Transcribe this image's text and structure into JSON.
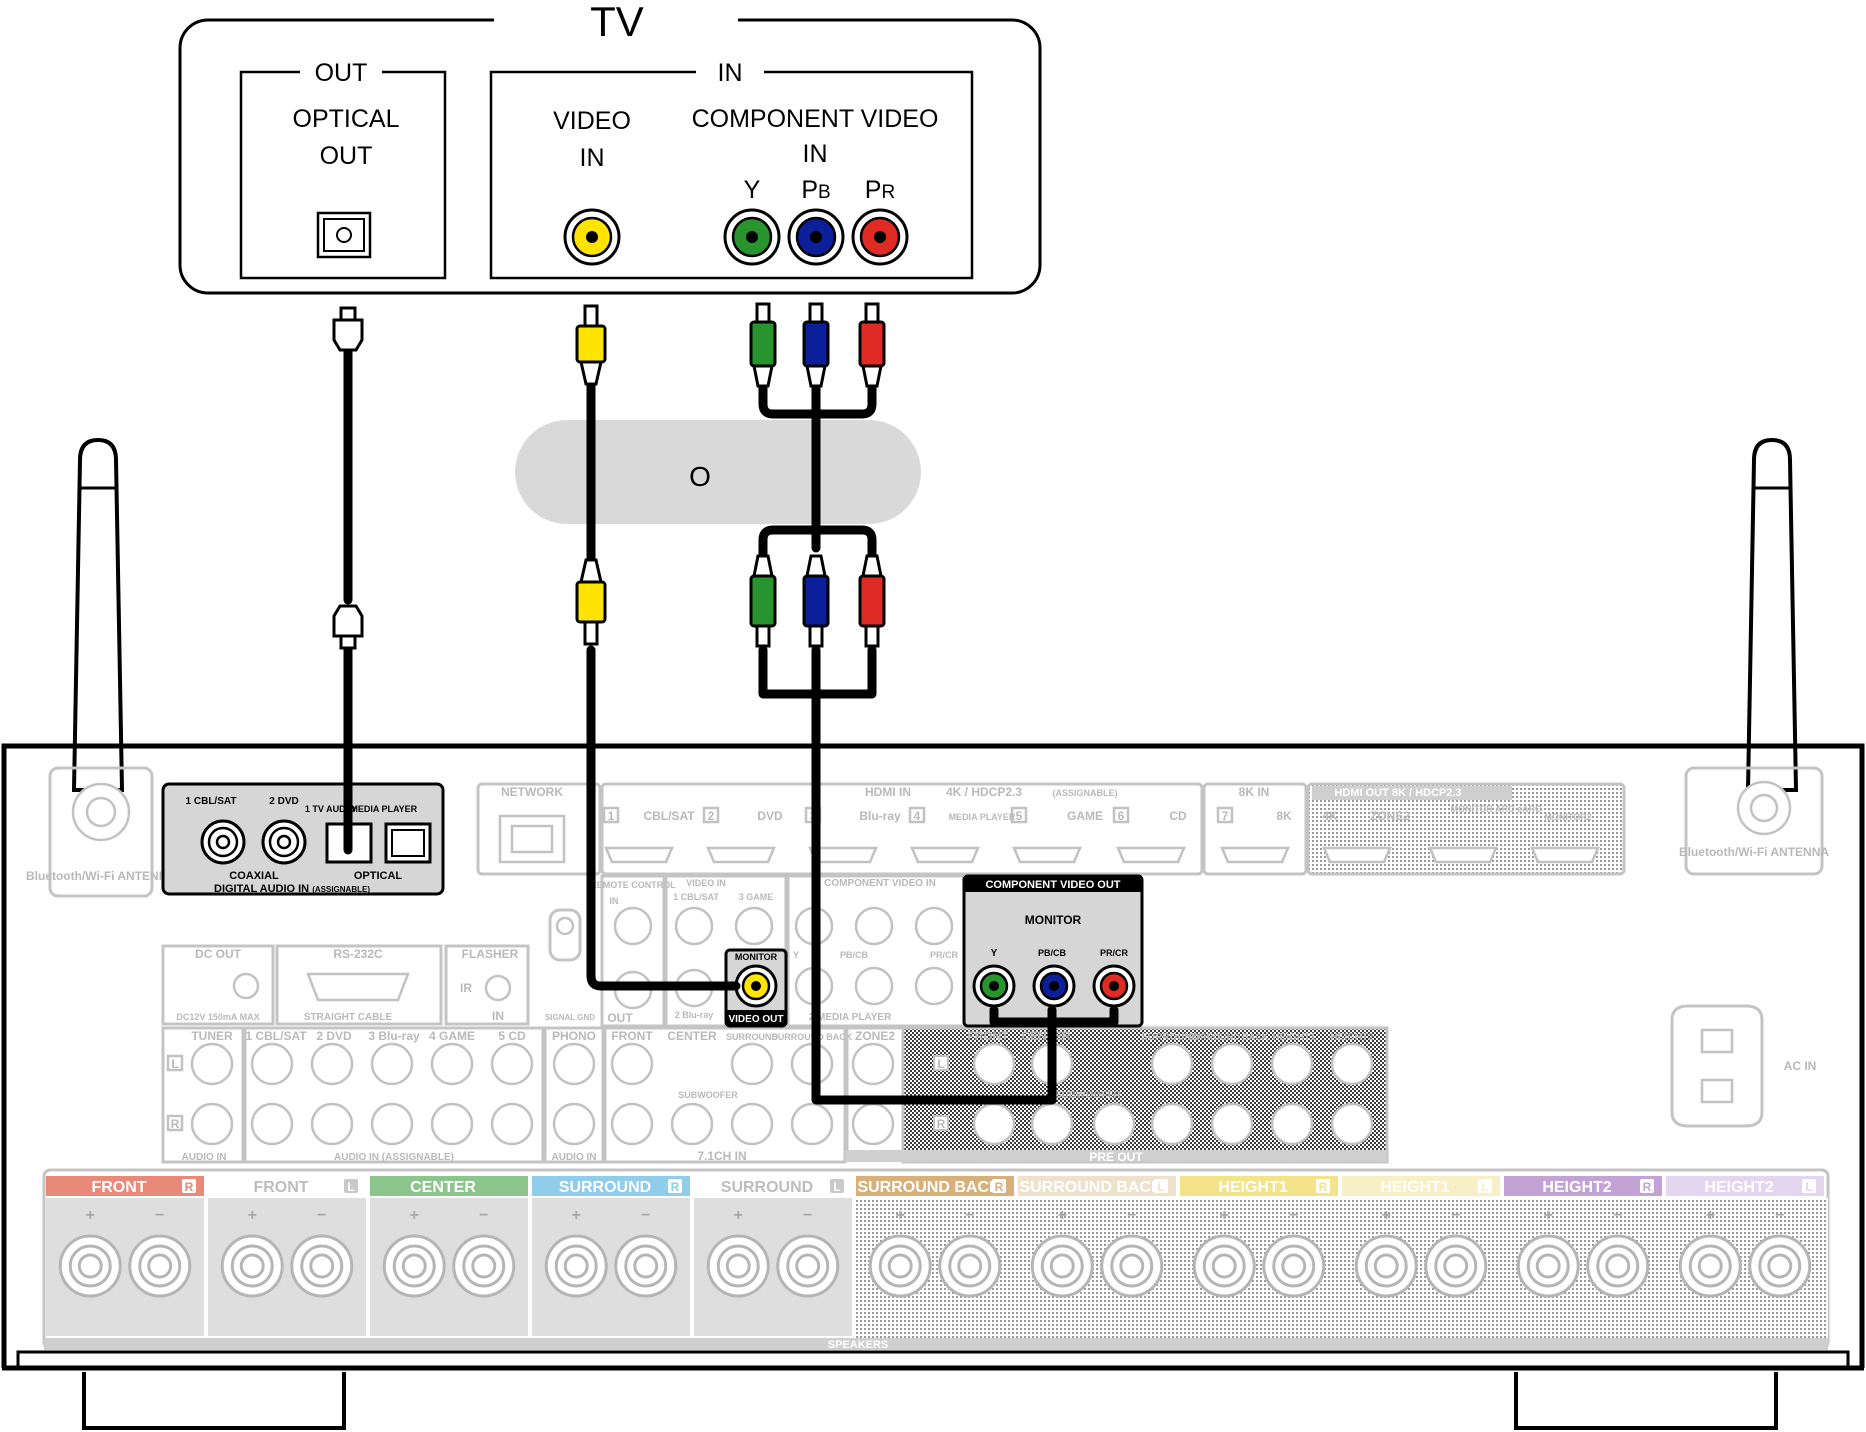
{
  "tv": {
    "title": "TV",
    "out_label": "OUT",
    "in_label": "IN",
    "optical_label_1": "OPTICAL",
    "optical_label_2": "OUT",
    "video_label_1": "VIDEO",
    "video_label_2": "IN",
    "component_label_1": "COMPONENT VIDEO",
    "component_label_2": "IN",
    "y_label": "Y",
    "pb_label_main": "P",
    "pb_label_sub": "B",
    "pr_label_main": "P",
    "pr_label_sub": "R"
  },
  "note": {
    "text": "O"
  },
  "receiver": {
    "network": "NETWORK",
    "hdmi_in": "HDMI IN",
    "hdmi_spec": "4K / HDCP2.3",
    "assignable": "(ASSIGNABLE)",
    "hdmi_8k_in": "8K IN",
    "hdmi_out": "HDMI OUT  8K / HDCP2.3",
    "hdmi_inputs": [
      "CBL/SAT",
      "DVD",
      "",
      "Blu-ray",
      "MEDIA PLAYER",
      "GAME",
      "CD",
      "8K"
    ],
    "hdmi_numbers": [
      "1",
      "2",
      "3",
      "4",
      "5",
      "6",
      "7"
    ],
    "hdmi_out_labels": [
      "4K",
      "ZONE2",
      "MONITOR ARC eARC",
      "MONITOR2"
    ],
    "antenna_left": "Bluetooth/Wi-Fi ANTENNA",
    "antenna_right": "Bluetooth/Wi-Fi ANTENNA",
    "digital_audio_in": "DIGITAL AUDIO IN",
    "coaxial": "COAXIAL",
    "optical": "OPTICAL",
    "digital_inputs": [
      "1 CBL/SAT",
      "2 DVD",
      "1 TV AUDIO",
      "2 MEDIA PLAYER"
    ],
    "dc_out": "DC OUT",
    "dc_spec": "DC12V 150mA MAX",
    "rs232c": "RS-232C",
    "straight_cable": "STRAIGHT CABLE",
    "flasher": "FLASHER",
    "flasher_ir": "IR",
    "flasher_in": "IN",
    "signal_gnd": "SIGNAL GND",
    "remote_control": "REMOTE CONTROL",
    "remote_in": "IN",
    "remote_out": "OUT",
    "video_in": "VIDEO IN",
    "video_in_inputs": [
      "1 CBL/SAT",
      "3 GAME",
      "2 Blu-ray"
    ],
    "component_video_in": "COMPONENT VIDEO IN",
    "component_in_labels": [
      "Y",
      "PB/CB",
      "PR/CR",
      "2 MEDIA PLAYER"
    ],
    "monitor_small": "MONITOR",
    "video_out": "VIDEO OUT",
    "component_video_out": "COMPONENT VIDEO OUT",
    "component_out_monitor": "MONITOR",
    "component_out_y": "Y",
    "component_out_pb": "PB/CB",
    "component_out_pr": "PR/CR",
    "tuner": "TUNER",
    "audio_in_inputs": [
      "1 CBL/SAT",
      "2 DVD",
      "3 Blu-ray",
      "4 GAME",
      "5 CD"
    ],
    "phono": "PHONO",
    "audio_in": "AUDIO IN",
    "audio_in_assignable": "AUDIO IN (ASSIGNABLE)",
    "ch71_in": "7.1CH IN",
    "ch71_labels": [
      "FRONT",
      "CENTER",
      "SURROUND",
      "SURROUND BACK",
      "SUBWOOFER"
    ],
    "zone2": "ZONE2",
    "pre_out": "PRE OUT",
    "pre_out_labels": [
      "FRONT",
      "CENTER",
      "SURROUND",
      "SURROUND BACK",
      "HEIGHT1",
      "HEIGHT2",
      "SUBWOOFER"
    ],
    "ch_l": "L",
    "ch_r": "R",
    "ac_in": "AC IN",
    "speakers": "SPEAKERS",
    "speaker_groups": [
      {
        "name": "FRONT",
        "side": "R",
        "color": "#e8897a"
      },
      {
        "name": "FRONT",
        "side": "L",
        "color": "#ffffff"
      },
      {
        "name": "CENTER",
        "side": "",
        "color": "#8cc58c"
      },
      {
        "name": "SURROUND",
        "side": "R",
        "color": "#8fcdea"
      },
      {
        "name": "SURROUND",
        "side": "L",
        "color": "#ffffff"
      },
      {
        "name": "SURROUND BACK",
        "side": "R",
        "color": "#d7b07a"
      },
      {
        "name": "SURROUND BACK",
        "side": "L",
        "color": "#efe2cc"
      },
      {
        "name": "HEIGHT1",
        "side": "R",
        "color": "#f3e38a"
      },
      {
        "name": "HEIGHT1",
        "side": "L",
        "color": "#f7f0c6"
      },
      {
        "name": "HEIGHT2",
        "side": "R",
        "color": "#c3a3d6"
      },
      {
        "name": "HEIGHT2",
        "side": "L",
        "color": "#e4d6ee"
      }
    ]
  },
  "colors": {
    "yellow": "#ffe400",
    "green": "#27942e",
    "blue": "#0b1f9a",
    "red": "#e02b24",
    "note_bg": "#d9d9d9"
  }
}
